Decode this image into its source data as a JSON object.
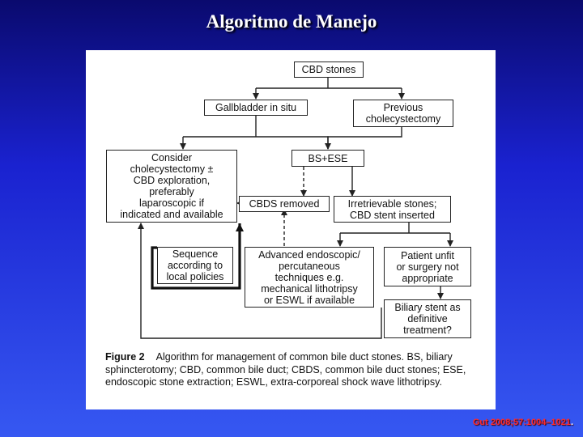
{
  "slide": {
    "title": "Algoritmo de Manejo",
    "citation": "Gut 2008;57:1004–1021",
    "citation_suffix": "."
  },
  "flowchart": {
    "nodes": {
      "cbd_stones": "CBD stones",
      "gallbladder_in_situ": "Gallbladder in situ",
      "previous_cholecystectomy": "Previous\ncholecystectomy",
      "bs_ese": "BS+ESE",
      "consider_cholecystectomy": "Consider\ncholecystectomy ±\nCBD exploration,\npreferably\nlaparoscopic if\nindicated and available",
      "cbds_removed": "CBDS removed",
      "irretrievable_stones": "Irretrievable stones;\nCBD stent inserted",
      "sequence_local_policies": "Sequence\naccording to\nlocal policies",
      "advanced_techniques": "Advanced endoscopic/\npercutaneous\ntechniques e.g.\nmechanical lithotripsy\nor ESWL if available",
      "patient_unfit": "Patient unfit\nor surgery not\nappropriate",
      "biliary_stent": "Biliary stent as\ndefinitive\ntreatment?"
    }
  },
  "caption": {
    "label": "Figure 2",
    "text": "Algorithm for management of common bile duct stones. BS, biliary sphincterotomy; CBD, common bile duct; CBDS, common bile duct stones; ESE, endoscopic stone extraction; ESWL, extra-corporeal shock wave lithotripsy."
  },
  "colors": {
    "background_top": "#0a0a6e",
    "background_bottom": "#3658f2",
    "title": "#ffffff",
    "citation": "#ff2a2a"
  }
}
